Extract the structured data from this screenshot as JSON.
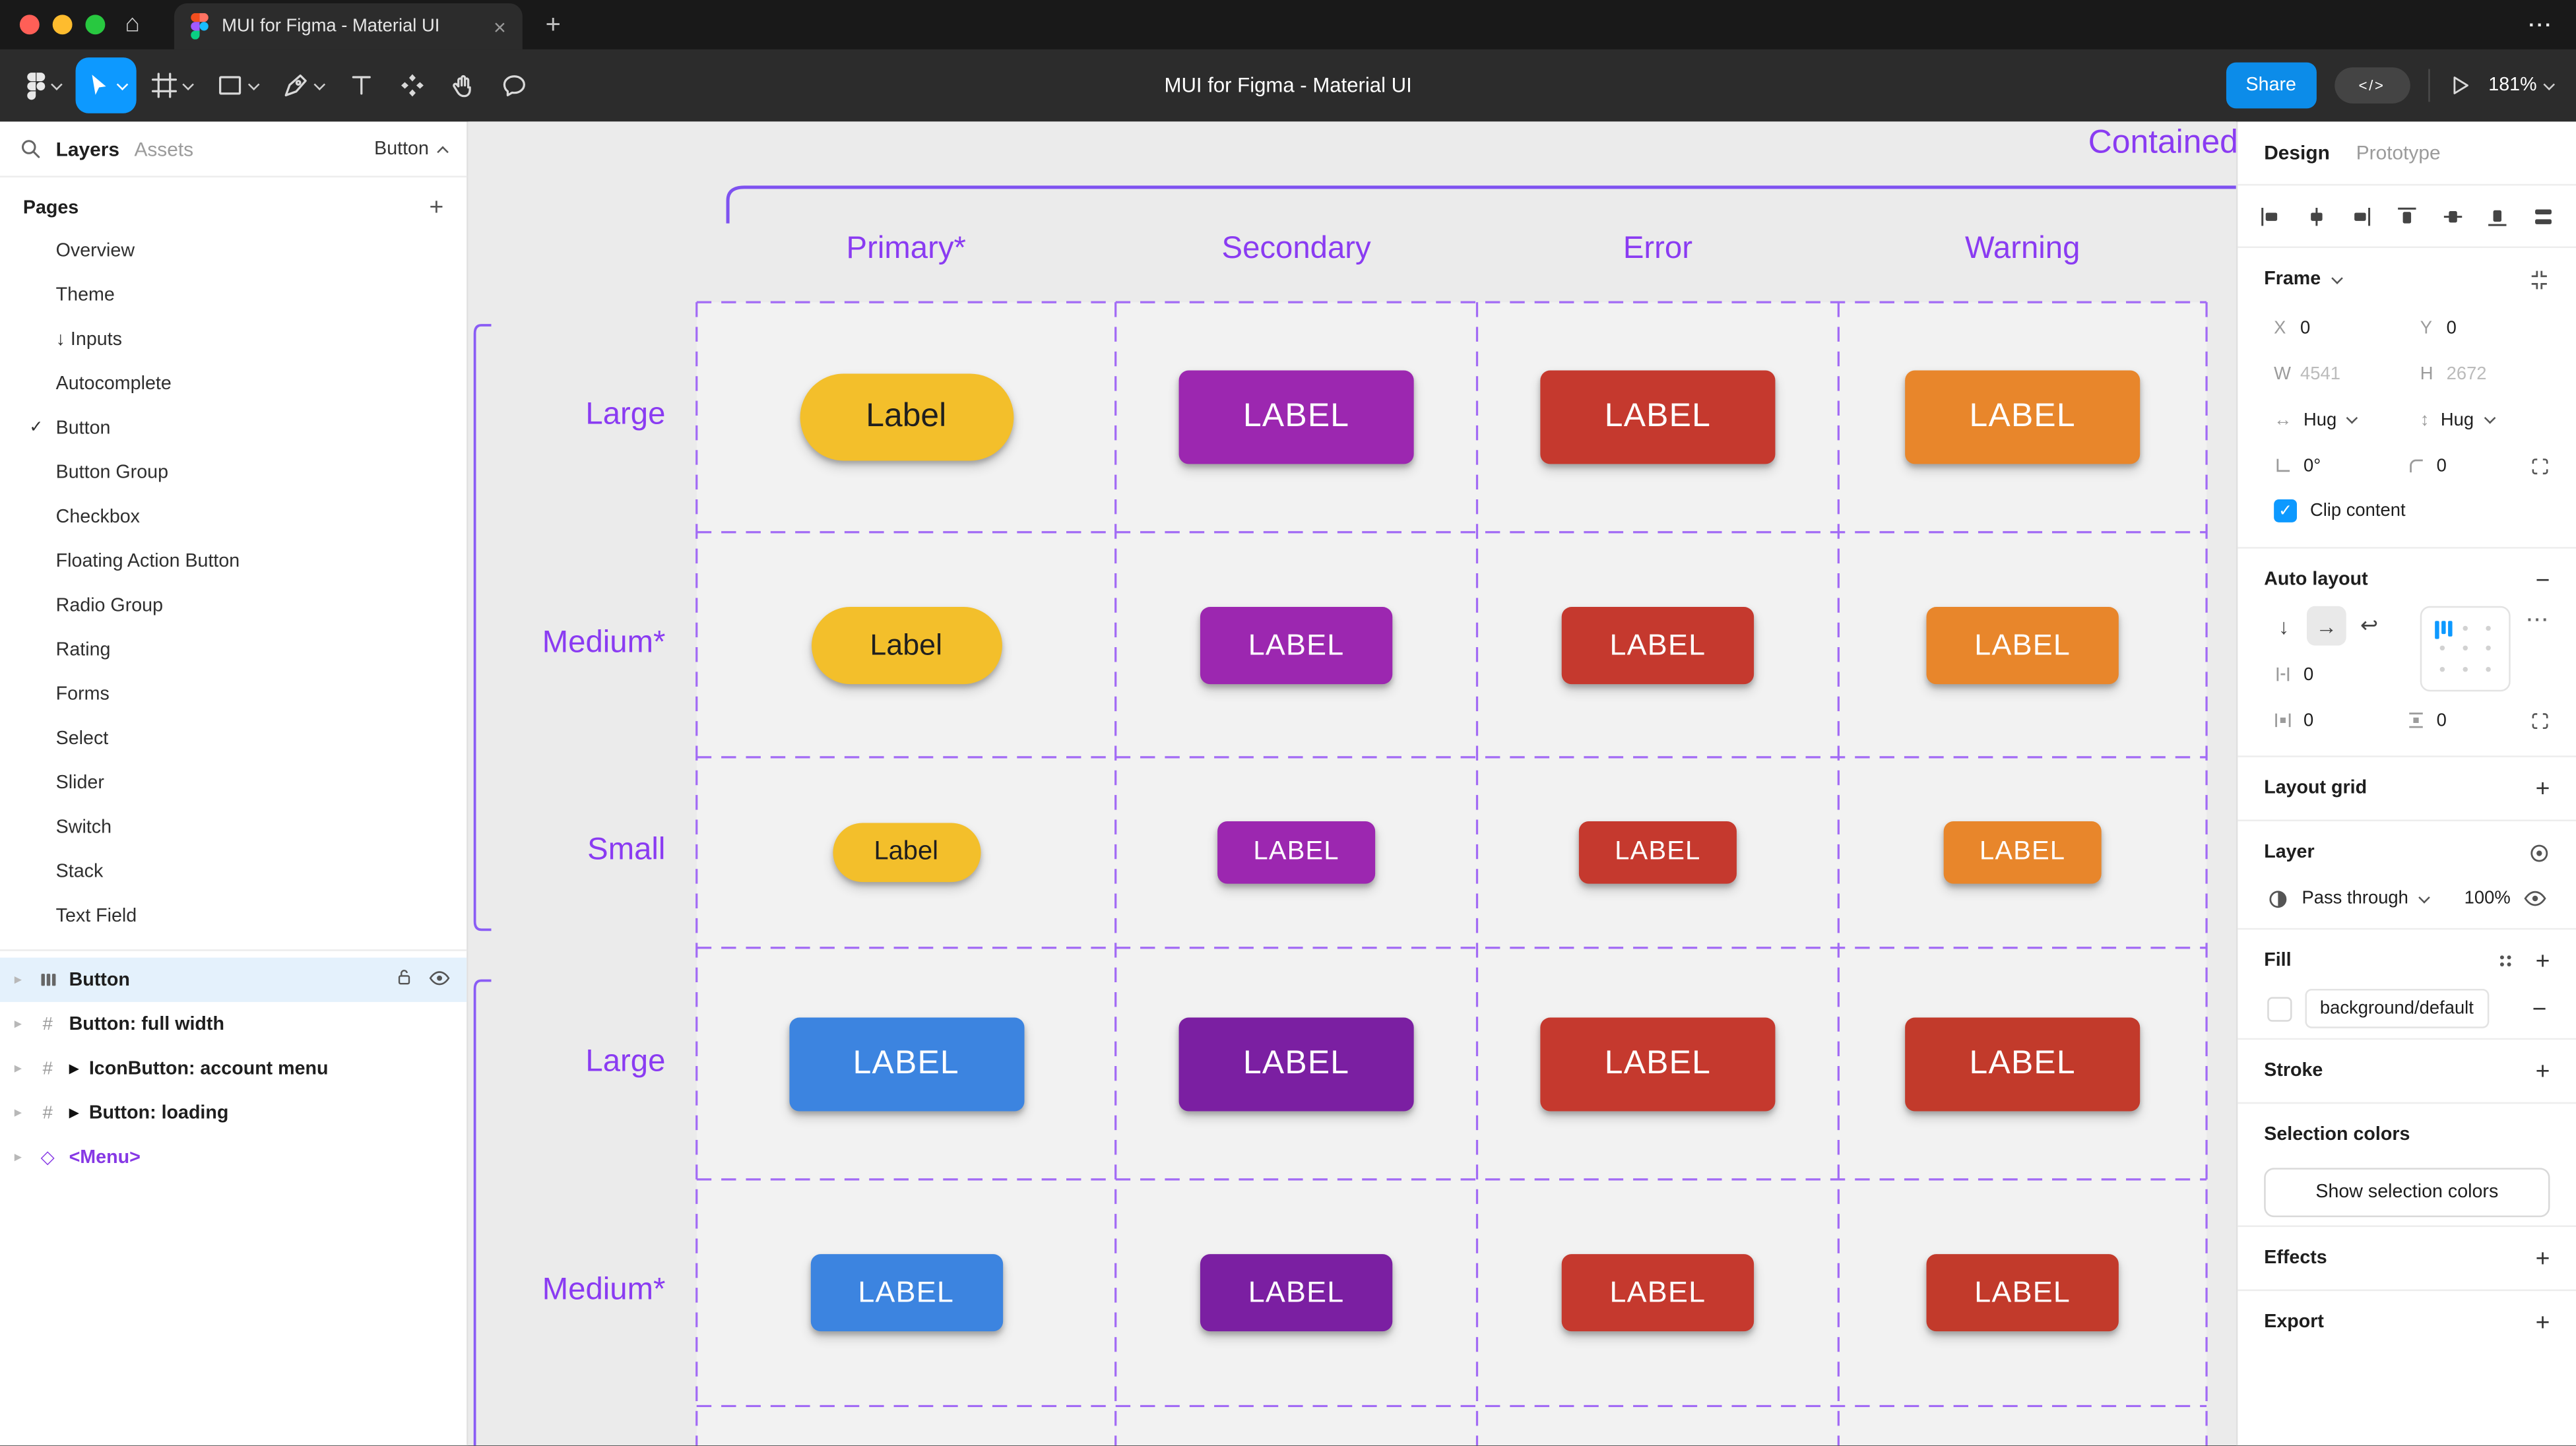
{
  "ui_colors": {
    "figma_blue": "#0D99FF",
    "share_blue": "#0C8CE9",
    "canvas_accent": "#8A3BF2",
    "traffic_close": "#FF5F57",
    "traffic_minimize": "#FEBC2E",
    "traffic_maximize": "#28C840",
    "selection_row_bg": "#E4F1FC"
  },
  "titlebar": {
    "tab_title": "MUI for Figma - Material UI",
    "close_label": "×",
    "new_tab_label": "+",
    "more_label": "···"
  },
  "toolbar": {
    "title": "MUI for Figma - Material UI",
    "share_label": "Share",
    "zoom_level": "181%"
  },
  "sidebar": {
    "tab_layers": "Layers",
    "tab_assets": "Assets",
    "jump_label": "Button",
    "pages_header": "Pages",
    "pages": [
      {
        "label": "Overview"
      },
      {
        "label": "Theme"
      },
      {
        "label": "Inputs",
        "arrow": true
      },
      {
        "label": "Autocomplete"
      },
      {
        "label": "Button",
        "checked": true
      },
      {
        "label": "Button Group"
      },
      {
        "label": "Checkbox"
      },
      {
        "label": "Floating Action Button"
      },
      {
        "label": "Radio Group"
      },
      {
        "label": "Rating"
      },
      {
        "label": "Forms"
      },
      {
        "label": "Select"
      },
      {
        "label": "Slider"
      },
      {
        "label": "Switch"
      },
      {
        "label": "Stack"
      },
      {
        "label": "Text Field"
      }
    ],
    "layers": [
      {
        "label": "Button",
        "icon": "auto-layout",
        "selected": true
      },
      {
        "label": "Button: full width",
        "icon": "frame"
      },
      {
        "label": "IconButton: account menu",
        "icon": "frame",
        "flow": true
      },
      {
        "label": "Button: loading",
        "icon": "frame",
        "flow": true
      },
      {
        "label": "<Menu>",
        "icon": "instance",
        "purple": true
      }
    ]
  },
  "canvas": {
    "section_title": "Contained",
    "accent_color": "#8A3BF2",
    "columns": [
      "Primary*",
      "Secondary",
      "Error",
      "Warning"
    ],
    "rows": [
      {
        "label": "Large",
        "size": "large",
        "cells": [
          {
            "text": "Label",
            "bg": "#F3BF2B",
            "fg": "#1F1F1F",
            "pill": true
          },
          {
            "text": "LABEL",
            "bg": "#9C27B0",
            "fg": "#FFFFFF"
          },
          {
            "text": "LABEL",
            "bg": "#C5392E",
            "fg": "#FFFFFF"
          },
          {
            "text": "LABEL",
            "bg": "#E8862B",
            "fg": "#FFFFFF"
          }
        ]
      },
      {
        "label": "Medium*",
        "size": "medium",
        "cells": [
          {
            "text": "Label",
            "bg": "#F3BF2B",
            "fg": "#1F1F1F",
            "pill": true
          },
          {
            "text": "LABEL",
            "bg": "#9C27B0",
            "fg": "#FFFFFF"
          },
          {
            "text": "LABEL",
            "bg": "#C5392E",
            "fg": "#FFFFFF"
          },
          {
            "text": "LABEL",
            "bg": "#E8862B",
            "fg": "#FFFFFF"
          }
        ]
      },
      {
        "label": "Small",
        "size": "small",
        "cells": [
          {
            "text": "Label",
            "bg": "#F3BF2B",
            "fg": "#1F1F1F",
            "pill": true
          },
          {
            "text": "LABEL",
            "bg": "#9C27B0",
            "fg": "#FFFFFF"
          },
          {
            "text": "LABEL",
            "bg": "#C5392E",
            "fg": "#FFFFFF"
          },
          {
            "text": "LABEL",
            "bg": "#E8862B",
            "fg": "#FFFFFF"
          }
        ]
      },
      {
        "label": "Large",
        "size": "large",
        "cells": [
          {
            "text": "LABEL",
            "bg": "#3C84E0",
            "fg": "#FFFFFF"
          },
          {
            "text": "LABEL",
            "bg": "#7B1FA2",
            "fg": "#FFFFFF"
          },
          {
            "text": "LABEL",
            "bg": "#C5392E",
            "fg": "#FFFFFF"
          },
          {
            "text": "LABEL",
            "bg": "#C23A2B",
            "fg": "#FFFFFF"
          }
        ]
      },
      {
        "label": "Medium*",
        "size": "medium",
        "cells": [
          {
            "text": "LABEL",
            "bg": "#3C84E0",
            "fg": "#FFFFFF"
          },
          {
            "text": "LABEL",
            "bg": "#7B1FA2",
            "fg": "#FFFFFF"
          },
          {
            "text": "LABEL",
            "bg": "#C5392E",
            "fg": "#FFFFFF"
          },
          {
            "text": "LABEL",
            "bg": "#C23A2B",
            "fg": "#FFFFFF"
          }
        ]
      }
    ]
  },
  "inspector": {
    "tab_design": "Design",
    "tab_prototype": "Prototype",
    "frame": {
      "title": "Frame",
      "x_label": "X",
      "x": "0",
      "y_label": "Y",
      "y": "0",
      "w_label": "W",
      "w": "4541",
      "h_label": "H",
      "h": "2672",
      "hug_w": "Hug",
      "hug_h": "Hug",
      "rotation": "0°",
      "radius": "0",
      "clip_label": "Clip content"
    },
    "auto_layout": {
      "title": "Auto layout",
      "gap": "0",
      "pad_h": "0",
      "pad_v": "0"
    },
    "layout_grid": {
      "title": "Layout grid"
    },
    "layer": {
      "title": "Layer",
      "blend": "Pass through",
      "opacity": "100%"
    },
    "fill": {
      "title": "Fill",
      "style_name": "background/default"
    },
    "stroke": {
      "title": "Stroke"
    },
    "selection_colors": {
      "title": "Selection colors",
      "button_label": "Show selection colors"
    },
    "effects": {
      "title": "Effects"
    },
    "export": {
      "title": "Export"
    }
  }
}
